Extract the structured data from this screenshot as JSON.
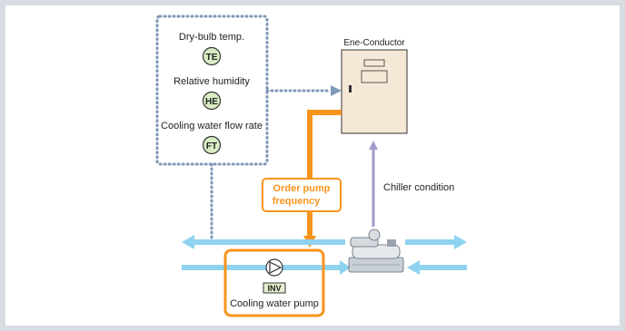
{
  "sensors": [
    {
      "label": "Dry-bulb temp.",
      "tag": "TE"
    },
    {
      "label": "Relative humidity",
      "tag": "HE"
    },
    {
      "label": "Cooling water flow rate",
      "tag": "FT"
    }
  ],
  "controller": {
    "title": "Ene-Conductor"
  },
  "signals": {
    "order_line1": "Order pump",
    "order_line2": "frequency",
    "chiller_condition": "Chiller condition"
  },
  "pump": {
    "tag": "INV",
    "label": "Cooling water pump"
  },
  "colors": {
    "orange": "#f7941d",
    "water": "#8fd3f0",
    "dotted": "#7f98b6",
    "violet": "#a59acb",
    "controller_fill": "#f6e8d6",
    "sensor_fill": "#d9ecc4",
    "inv_fill": "#e3efcf"
  }
}
